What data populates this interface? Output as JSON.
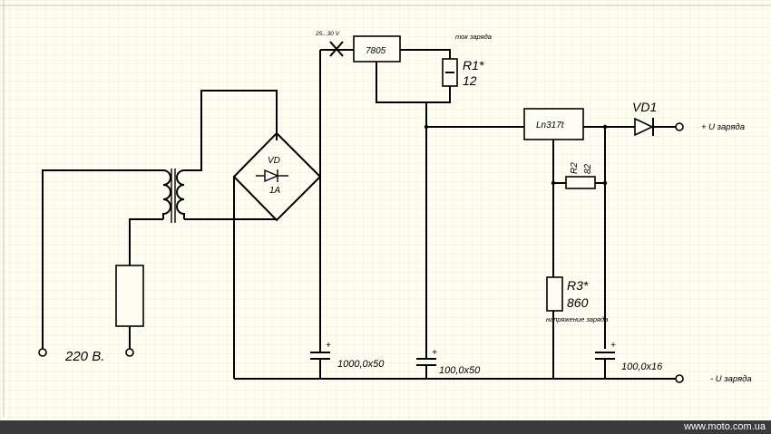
{
  "labels": {
    "voltage_in": "220 В.",
    "in_range": "25...30 V",
    "reg1": "7805",
    "current_note": "ток заряда",
    "r1_name": "R1*",
    "r1_value": "12",
    "reg2": "Ln317t",
    "vd1": "VD1",
    "plus_out": "+ U заряда",
    "minus_out": "- U заряда",
    "vd_name": "VD",
    "vd_rating": "1A",
    "r2_name": "R2",
    "r2_value": "82",
    "r3_name": "R3*",
    "r3_value": "860",
    "voltage_note": "напряжение заряда",
    "c1": "1000,0x50",
    "c2": "100,0x50",
    "c3": "100,0x16",
    "plus_sign": "+"
  },
  "watermark": "www.moto.com.ua",
  "colors": {
    "background": "#fdfdf2",
    "grid": "#ece9d6",
    "wire": "#000000",
    "watermark_bar": "#3a3a3a"
  }
}
